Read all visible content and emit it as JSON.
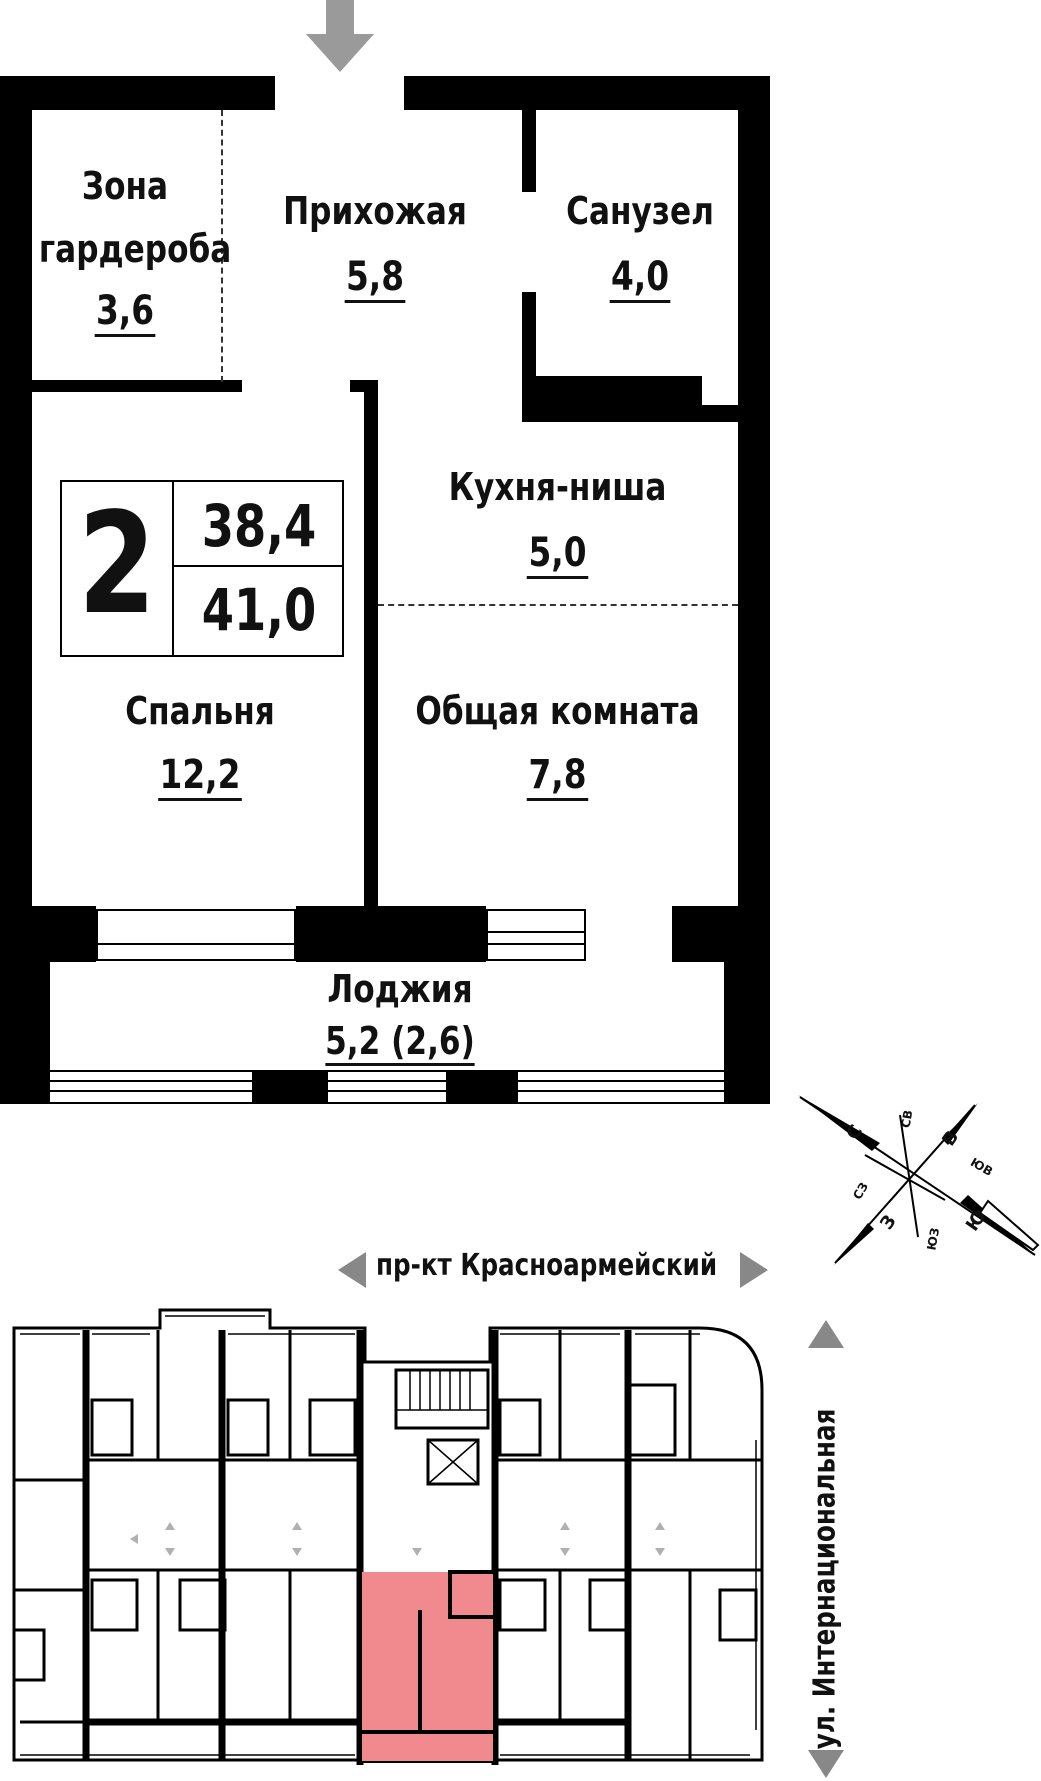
{
  "rooms": {
    "wardrobe": {
      "name_line1": "Зона",
      "name_line2": "гардероба",
      "area": "3,6"
    },
    "hallway": {
      "name": "Прихожая",
      "area": "5,8"
    },
    "bathroom": {
      "name": "Санузел",
      "area": "4,0"
    },
    "kitchen": {
      "name": "Кухня-ниша",
      "area": "5,0"
    },
    "bedroom": {
      "name": "Спальня",
      "area": "12,2"
    },
    "living": {
      "name": "Общая комната",
      "area": "7,8"
    },
    "loggia": {
      "name": "Лоджия",
      "area": "5,2 (2,6)"
    }
  },
  "badge": {
    "rooms": "2",
    "living_area": "38,4",
    "total_area": "41,0"
  },
  "compass": {
    "n": "С",
    "ne": "СВ",
    "e": "В",
    "se": "ЮВ",
    "s": "Ю",
    "sw": "ЮЗ",
    "w": "З",
    "nw": "СЗ"
  },
  "streets": {
    "top": "пр-кт Красноармейский",
    "right": "ул. Интернациональная"
  },
  "colors": {
    "highlight": "#f08a8f",
    "wall": "#000000",
    "arrow": "#9a9a9a"
  }
}
